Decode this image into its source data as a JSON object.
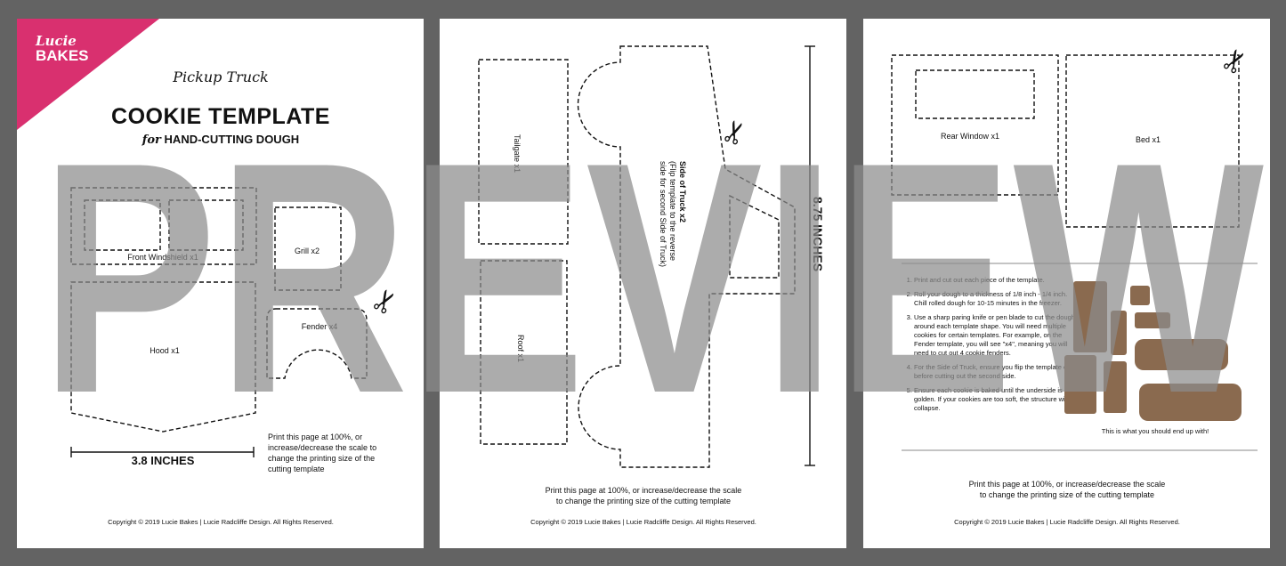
{
  "brand": {
    "line1": "Lucie",
    "line2": "BAKES",
    "color": "#d9306f"
  },
  "page1": {
    "subtitle": "Pickup Truck",
    "title": "COOKIE TEMPLATE",
    "tagline_script": "for",
    "tagline": "HAND-CUTTING DOUGH",
    "pieces": {
      "windshield": "Front Windshield x1",
      "grill": "Grill x2",
      "fender": "Fender x4",
      "hood": "Hood x1"
    },
    "measure": "3.8 INCHES",
    "print_note": "Print this page at 100%, or increase/decrease the scale to change the printing size of the cutting template",
    "copyright": "Copyright © 2019  Lucie Bakes  |  Lucie Radcliffe Design.  All Rights Reserved."
  },
  "page2": {
    "pieces": {
      "tailgate": "Tailgate x1",
      "roof": "Roof x1",
      "side": "Side of Truck x2",
      "side_note_1": "(Flip template to the reverse",
      "side_note_2": "side for second Side of Truck)"
    },
    "measure": "8.75 INCHES",
    "print_note_1": "Print this page at 100%, or increase/decrease the scale",
    "print_note_2": "to change the printing size of the cutting template",
    "copyright": "Copyright © 2019  Lucie Bakes  |  Lucie Radcliffe Design.  All Rights Reserved."
  },
  "page3": {
    "pieces": {
      "rear_window": "Rear Window x1",
      "bed": "Bed x1"
    },
    "instructions": [
      "Print and cut out each piece of the template.",
      "Roll your dough to a thickness of 1/8 inch - 1/4 inch. Chill rolled dough for 10-15 minutes in the freezer.",
      "Use a sharp paring knife or pen blade to cut the dough around each template shape. You will need multiple cookies for certain templates. For example, on the Fender template, you will see \"x4\", meaning you will need to cut out 4 cookie fenders.",
      "For the Side of Truck, ensure you flip the template over before cutting out the second side.",
      "Ensure each cookie is baked until the underside is golden. If your cookies are too soft, the structure will collapse."
    ],
    "photo_caption": "This is what you should end up with!",
    "print_note_1": "Print this page at 100%, or increase/decrease the scale",
    "print_note_2": "to change the printing size of the cutting template",
    "copyright": "Copyright © 2019  Lucie Bakes  |  Lucie Radcliffe Design.  All Rights Reserved."
  },
  "watermark": "PREVIEW",
  "icons": {
    "scissors": "scissors-icon"
  }
}
